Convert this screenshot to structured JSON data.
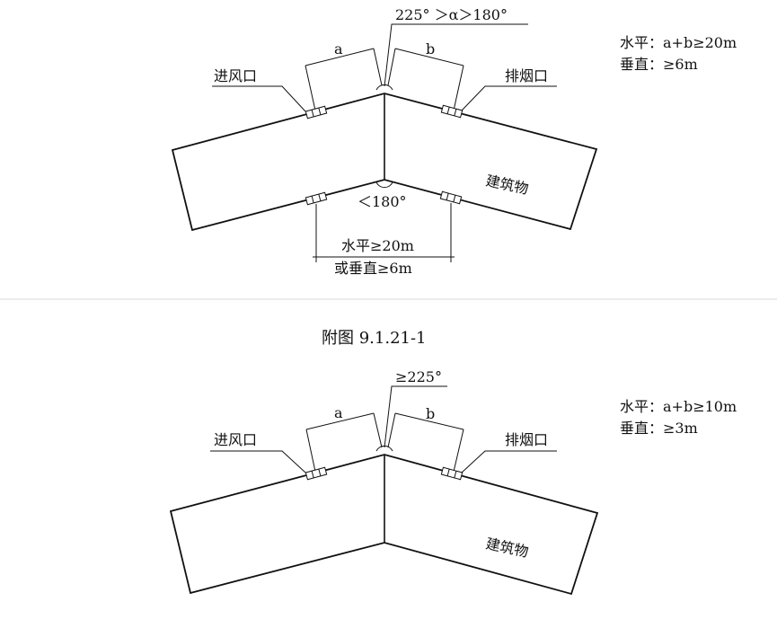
{
  "figure1": {
    "angle_top": "225° ＞α＞180°",
    "dim_a": "a",
    "dim_b": "b",
    "inlet_label": "进风口",
    "outlet_label": "排烟口",
    "building_label": "建筑物",
    "angle_bottom": "＜180°",
    "dist_line1": "水平≥20m",
    "dist_line2": "或垂直≥6m",
    "note_line1": "水平：a+b≥20m",
    "note_line2": "垂直：≥6m"
  },
  "caption": "附图 9.1.21-1",
  "figure2": {
    "angle_top": "≥225°",
    "dim_a": "a",
    "dim_b": "b",
    "inlet_label": "进风口",
    "outlet_label": "排烟口",
    "building_label": "建筑物",
    "note_line1": "水平：a+b≥10m",
    "note_line2": "垂直：≥3m"
  }
}
